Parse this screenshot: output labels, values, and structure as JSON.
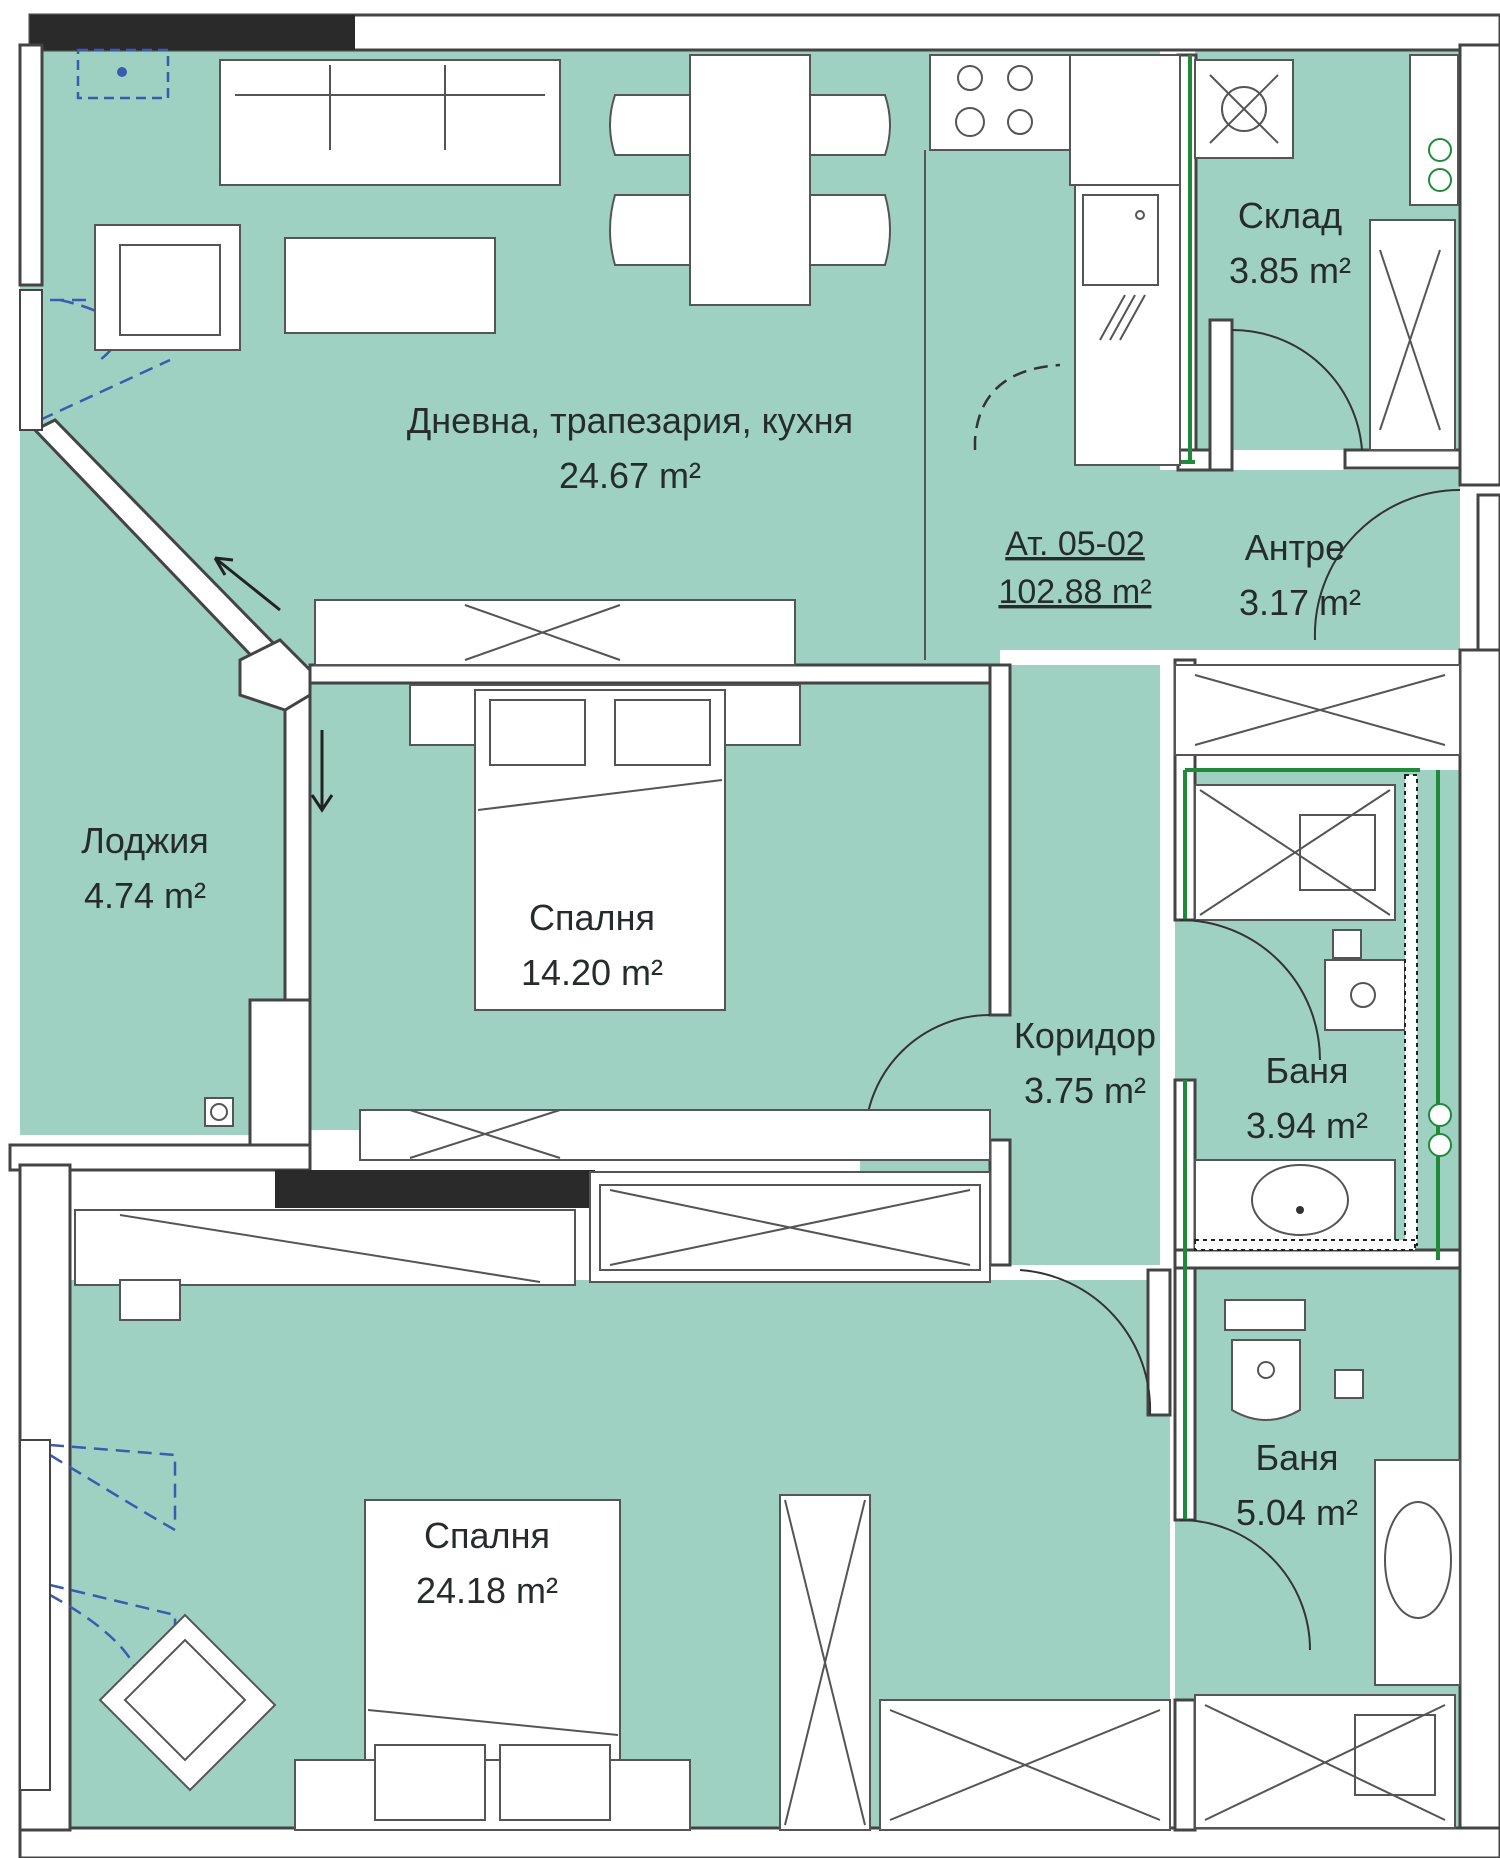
{
  "colors": {
    "floor": "#9fd1c2",
    "wall": "#ffffff",
    "wall_outline": "#444444",
    "dark_wall": "#2a2a2a",
    "window_blue": "#3b5bb0",
    "green_line": "#1f8a3a",
    "text": "#262c2b"
  },
  "apartment": {
    "id": "Ат. 05-02",
    "area": "102.88 m²"
  },
  "rooms": {
    "living": {
      "name": "Дневна, трапезария, кухня",
      "area": "24.67 m²"
    },
    "storage": {
      "name": "Склад",
      "area": "3.85 m²"
    },
    "entrance": {
      "name": "Антре",
      "area": "3.17 m²"
    },
    "loggia": {
      "name": "Лоджия",
      "area": "4.74 m²"
    },
    "bedroom_small": {
      "name": "Спалня",
      "area": "14.20 m²"
    },
    "corridor": {
      "name": "Коридор",
      "area": "3.75 m²"
    },
    "bathroom_1": {
      "name": "Баня",
      "area": "3.94 m²"
    },
    "bathroom_2": {
      "name": "Баня",
      "area": "5.04 m²"
    },
    "bedroom_large": {
      "name": "Спалня",
      "area": "24.18 m²"
    }
  },
  "icons": {
    "stove": "stove-icon",
    "sink": "sink-icon",
    "toilet": "toilet-icon",
    "shower": "shower-icon",
    "bed": "bed-icon",
    "sofa": "sofa-icon",
    "armchair": "armchair-icon",
    "dining_table": "dining-table-icon",
    "wardrobe": "wardrobe-icon",
    "washing_machine": "washing-machine-icon",
    "door_swing": "door-swing-icon",
    "window": "window-icon"
  }
}
